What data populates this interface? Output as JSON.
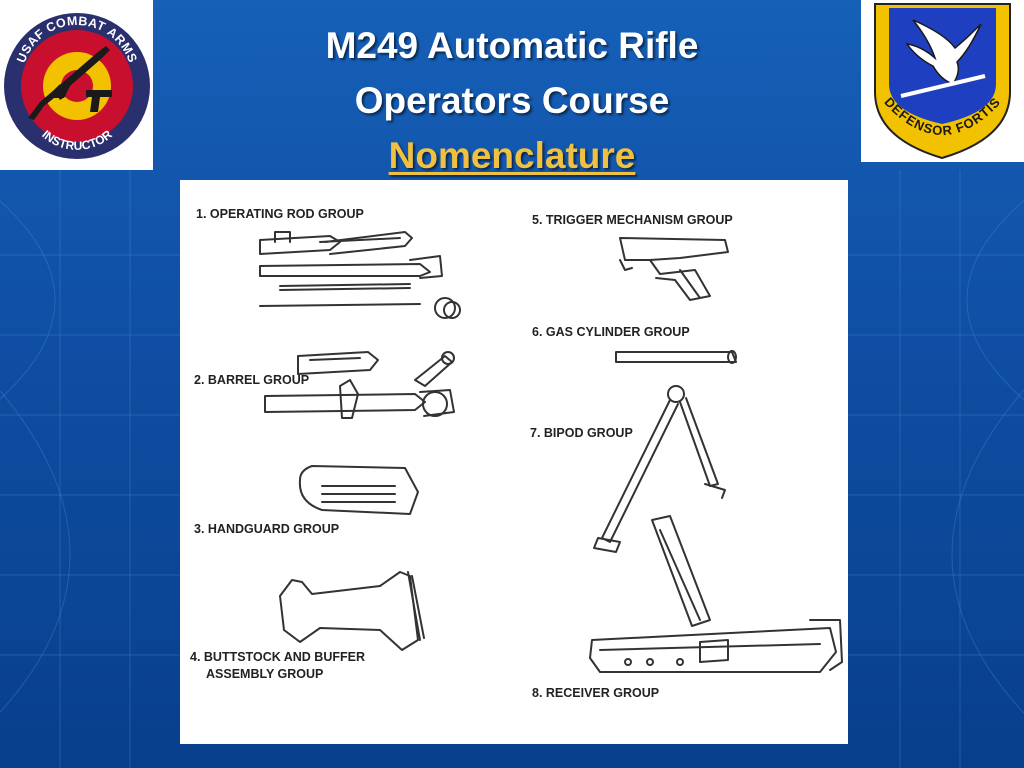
{
  "slide": {
    "title_line1": "M249 Automatic Rifle",
    "title_line2": "Operators Course",
    "subtitle": "Nomenclature",
    "colors": {
      "background": "#0f4ea3",
      "title": "#ffffff",
      "subtitle": "#f0c040"
    }
  },
  "badge_left": {
    "top_text": "USAF COMBAT ARMS",
    "bottom_text": "INSTRUCTOR",
    "colors": {
      "ring": "#2a2f6e",
      "outer": "#c8102e",
      "inner": "#f2c200"
    }
  },
  "badge_right": {
    "motto": "DEFENSOR FORTIS",
    "colors": {
      "shield": "#1e3fbf",
      "border": "#f2c200"
    }
  },
  "diagram": {
    "groups": [
      {
        "label": "1. OPERATING ROD GROUP"
      },
      {
        "label": "2. BARREL GROUP"
      },
      {
        "label": "3. HANDGUARD GROUP"
      },
      {
        "label": "4. BUTTSTOCK AND BUFFER"
      },
      {
        "label": "ASSEMBLY GROUP"
      },
      {
        "label": "5. TRIGGER MECHANISM GROUP"
      },
      {
        "label": "6. GAS CYLINDER GROUP"
      },
      {
        "label": "7. BIPOD GROUP"
      },
      {
        "label": "8. RECEIVER GROUP"
      }
    ]
  }
}
